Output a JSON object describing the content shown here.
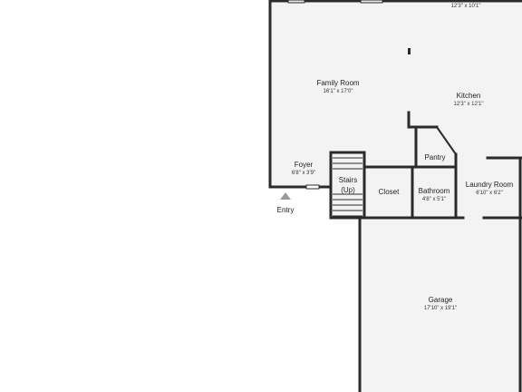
{
  "colors": {
    "wall": "#2b2b2b",
    "floor": "#f3f3f3",
    "background": "#ffffff",
    "marker": "#9a9a9a"
  },
  "rooms": {
    "top_right": {
      "dim": "12'3\" x 10'1\""
    },
    "family_room": {
      "name": "Family Room",
      "dim": "16'1\" x 17'0\""
    },
    "kitchen": {
      "name": "Kitchen",
      "dim": "12'3\" x 12'1\""
    },
    "foyer": {
      "name": "Foyer",
      "dim": "6'8\" x 3'9\""
    },
    "stairs": {
      "line1": "Stairs",
      "line2": "(Up)"
    },
    "closet": {
      "name": "Closet"
    },
    "pantry": {
      "name": "Pantry"
    },
    "bathroom": {
      "name": "Bathroom",
      "dim": "4'8\" x 5'1\""
    },
    "laundry": {
      "name": "Laundry Room",
      "dim": "6'10\" x 6'2\""
    },
    "garage": {
      "name": "Garage",
      "dim": "17'10\" x 19'1\""
    }
  },
  "entry": {
    "label": "Entry"
  }
}
